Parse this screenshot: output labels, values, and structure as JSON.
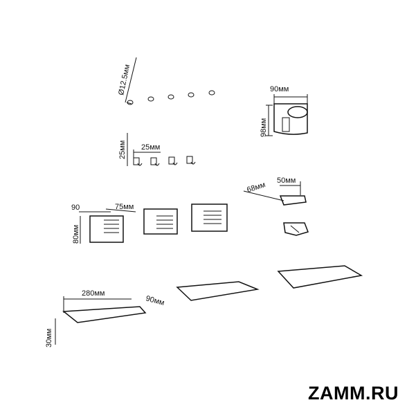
{
  "brand": "ZAMM.RU",
  "dimensions": {
    "hook_diameter": "Ø12.5мм",
    "holder_width": "90мм",
    "holder_height": "98мм",
    "mini_hook_height": "25мм",
    "mini_hook_width": "25мм",
    "soap_depth": "68мм",
    "soap_width": "50мм",
    "cup_width": "90",
    "cup_depth": "75мм",
    "cup_height": "80мм",
    "shelf_length": "280мм",
    "shelf_depth": "90мм",
    "shelf_height": "30мм"
  }
}
